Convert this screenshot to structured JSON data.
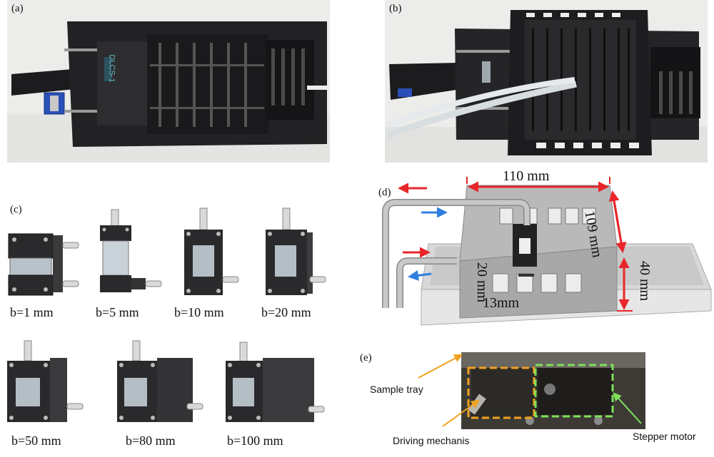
{
  "panels": {
    "a": {
      "label": "(a)"
    },
    "b": {
      "label": "(b)"
    },
    "c": {
      "label": "(c)"
    },
    "d": {
      "label": "(d)"
    },
    "e": {
      "label": "(e)"
    }
  },
  "device_label": "DLCS-1",
  "cuvettes": [
    {
      "caption": "b=1 mm"
    },
    {
      "caption": "b=5 mm"
    },
    {
      "caption": "b=10 mm"
    },
    {
      "caption": "b=20 mm"
    },
    {
      "caption": "b=50 mm"
    },
    {
      "caption": "b=80 mm"
    },
    {
      "caption": "b=100 mm"
    }
  ],
  "dimensions": {
    "width": "110 mm",
    "depth": "109 mm",
    "height": "40 mm",
    "inner_height": "20 mm",
    "offset": "13mm"
  },
  "annotations": {
    "sample_tray": "Sample tray",
    "driving_mechanism": "Driving mechanis",
    "stepper_motor": "Stepper motor"
  },
  "colors": {
    "arrow_red": "#e8262a",
    "arrow_blue": "#2f7fe0",
    "box_orange": "#f0a21e",
    "box_green": "#7fe05a",
    "annotation_arrow": "#f0a21e"
  }
}
